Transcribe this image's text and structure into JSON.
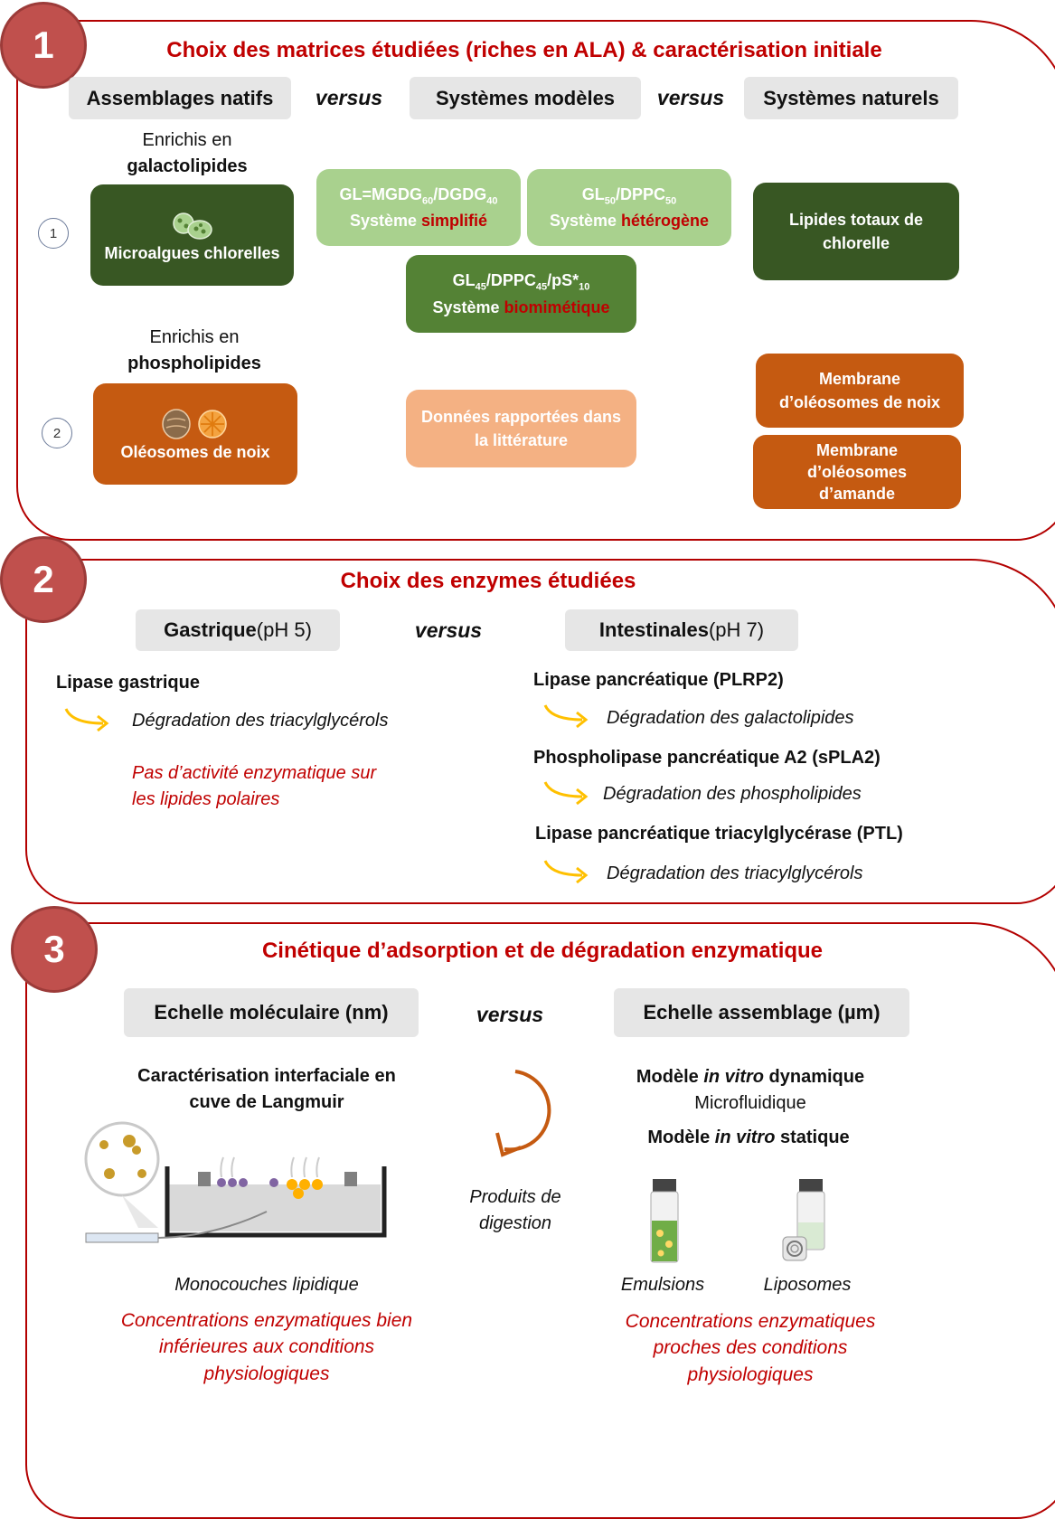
{
  "section1": {
    "number": "1",
    "title": "Choix des matrices étudiées (riches en ALA) & caractérisation initiale",
    "col_native": "Assemblages natifs",
    "versus_1": "versus",
    "col_model": "Systèmes modèles",
    "versus_2": "versus",
    "col_natural": "Systèmes naturels",
    "row1": {
      "marker": "1",
      "enriched_prefix": "Enrichis en",
      "enriched_bold": "galactolipides",
      "native_box": "Microalgues chlorelles",
      "model_a_formula": "GL=MGDG60/DGDG40",
      "model_a_prefix": "Système ",
      "model_a_keyword": "simplifié",
      "model_b_formula": "GL50/DPPC50",
      "model_b_prefix": "Système ",
      "model_b_keyword": "hétérogène",
      "model_c_formula": "GL45/DPPC45/pS*10",
      "model_c_prefix": "Système ",
      "model_c_keyword": "biomimétique",
      "natural_box": "Lipides totaux de chlorelle"
    },
    "row2": {
      "marker": "2",
      "enriched_prefix": "Enrichis en",
      "enriched_bold": "phospholipides",
      "native_box": "Oléosomes de noix",
      "model_box": "Données rapportées dans la littérature",
      "natural_box_1": "Membrane d’oléosomes de noix",
      "natural_box_2": "Membrane d’oléosomes d’amande"
    }
  },
  "section2": {
    "number": "2",
    "title": "Choix des enzymes étudiées",
    "gastric_bold": "Gastrique",
    "gastric_ph": " (pH 5)",
    "versus": "versus",
    "intestinal_bold": "Intestinales",
    "intestinal_ph": " (pH 7)",
    "gastric": {
      "enzyme": "Lipase gastrique",
      "action": "Dégradation des triacylglycérols",
      "note_line1": "Pas d’activité enzymatique sur",
      "note_line2": "les lipides polaires"
    },
    "intestinal": [
      {
        "enzyme": "Lipase pancréatique (PLRP2)",
        "action": "Dégradation des galactolipides"
      },
      {
        "enzyme": "Phospholipase pancréatique A2 (sPLA2)",
        "action": "Dégradation des phospholipides"
      },
      {
        "enzyme": "Lipase pancréatique triacylglycérase (PTL)",
        "action": "Dégradation des triacylglycérols"
      }
    ]
  },
  "section3": {
    "number": "3",
    "title": "Cinétique d’adsorption et de dégradation enzymatique",
    "scale_molecular": "Echelle moléculaire (nm)",
    "versus": "versus",
    "scale_assembly": "Echelle assemblage (µm)",
    "langmuir_line1": "Caractérisation interfaciale en",
    "langmuir_line2": "cuve de Langmuir",
    "digestion_line1": "Produits de",
    "digestion_line2": "digestion",
    "dynamic_prefix": "Modèle ",
    "dynamic_italic": "in vitro",
    "dynamic_suffix": " dynamique",
    "microfluidic": "Microfluidique",
    "static_prefix": "Modèle ",
    "static_italic": "in vitro",
    "static_suffix": " statique",
    "monolayer_label": "Monocouches lipidique",
    "emulsions_label": "Emulsions",
    "liposomes_label": "Liposomes",
    "left_note_line1": "Concentrations enzymatiques bien",
    "left_note_line2": "inférieures aux conditions",
    "left_note_line3": "physiologiques",
    "right_note_line1": "Concentrations enzymatiques",
    "right_note_line2": "proches des conditions",
    "right_note_line3": "physiologiques"
  }
}
